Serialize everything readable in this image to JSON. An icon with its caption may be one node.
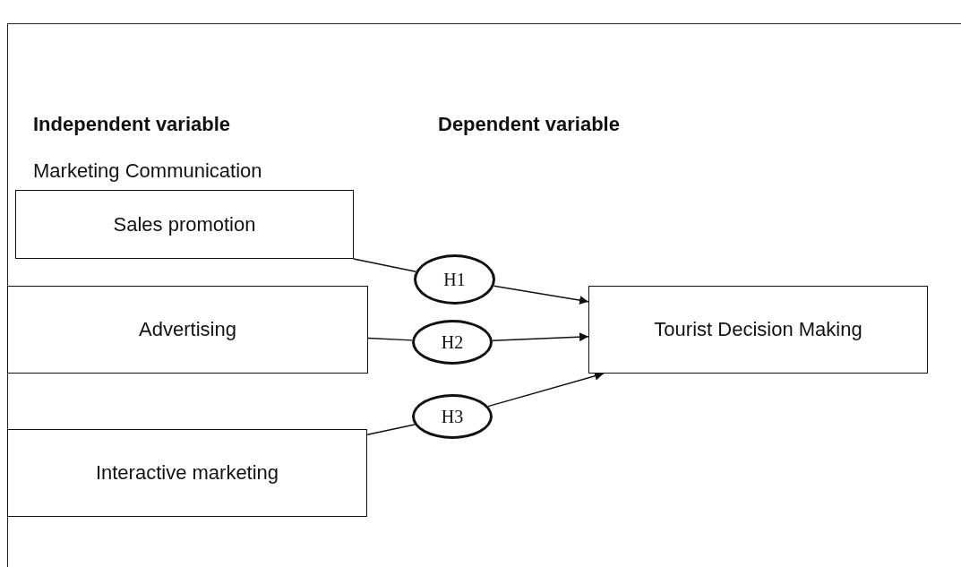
{
  "diagram": {
    "nodes": [
      {
        "text": [
          "Sales promotion"
        ]
      },
      {
        "text": [
          "Advertising"
        ]
      },
      {
        "text": [
          "Interactive marketing"
        ]
      },
      {
        "text": [
          "H1"
        ]
      },
      {
        "text": [
          "H2"
        ]
      },
      {
        "text": [
          "H3"
        ]
      },
      {
        "text": [
          "Tourist Decision Making"
        ]
      }
    ],
    "edges": [
      {
        "from": 0,
        "to": 3,
        "arrow": "none"
      },
      {
        "from": 3,
        "to": 6,
        "arrow": "to"
      },
      {
        "from": 1,
        "to": 4,
        "arrow": "none"
      },
      {
        "from": 4,
        "to": 6,
        "arrow": "to"
      },
      {
        "from": 2,
        "to": 5,
        "arrow": "none"
      },
      {
        "from": 5,
        "to": 6,
        "arrow": "to"
      }
    ],
    "labels": [
      "Independent variable",
      "Dependent variable",
      "Marketing Communication"
    ]
  }
}
